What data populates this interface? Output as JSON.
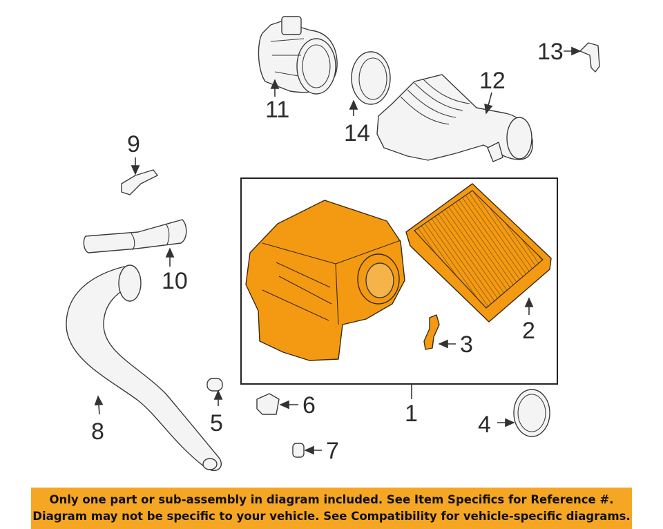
{
  "callouts": {
    "c1": "1",
    "c2": "2",
    "c3": "3",
    "c4": "4",
    "c5": "5",
    "c6": "6",
    "c7": "7",
    "c8": "8",
    "c9": "9",
    "c10": "10",
    "c11": "11",
    "c12": "12",
    "c13": "13",
    "c14": "14"
  },
  "banner": {
    "line1": "Only one part or sub-assembly in diagram included. See Item Specifics for Reference #.",
    "line2": "Diagram may not be specific to your vehicle. See Compatibility for vehicle-specific diagrams."
  },
  "colors": {
    "highlight": "#f39a12",
    "banner": "#f5a623"
  }
}
